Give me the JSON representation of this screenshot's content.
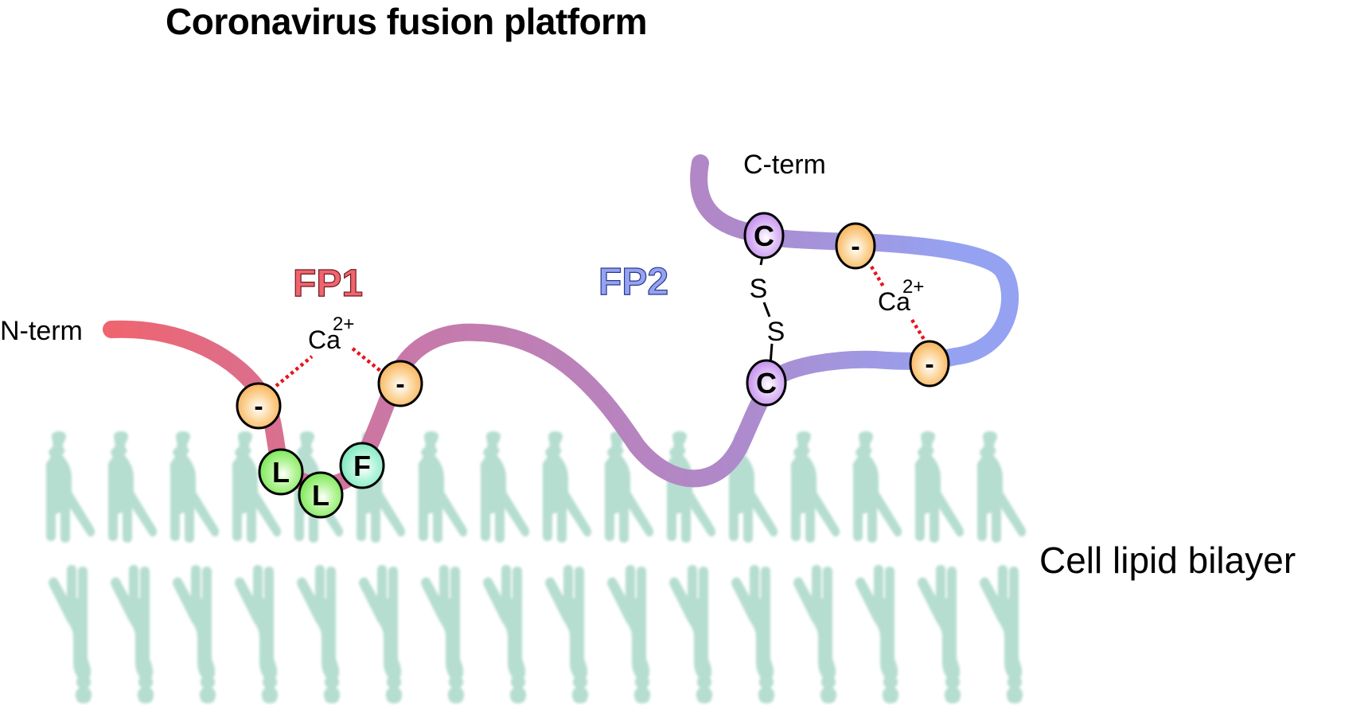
{
  "title": "Coronavirus fusion platform",
  "labels": {
    "n_term": "N-term",
    "c_term": "C-term",
    "fp1": "FP1",
    "fp2": "FP2",
    "ca_ion_1": "Ca",
    "ca_ion_1_charge": "2+",
    "ca_ion_2": "Ca",
    "ca_ion_2_charge": "2+",
    "membrane": "Cell lipid bilayer",
    "sulfur_1": "S",
    "sulfur_2": "S"
  },
  "residues": {
    "anionic_symbol": "-",
    "leucine_1": "L",
    "leucine_2": "L",
    "phenylalanine": "F",
    "cysteine_1": "C",
    "cysteine_2": "C"
  },
  "colors": {
    "fp1": "#f0646e",
    "fp1_to_fp2_mid": "#b088c8",
    "fp2": "#95a2f2",
    "anionic": "#f7b25a",
    "hydrophobic_green": "#7de85a",
    "phenylalanine_teal": "#7fe8c0",
    "cysteine": "#c690ee",
    "lipid": "#b5ddd0",
    "ca_bond": "#e8141e"
  },
  "lipids_per_leaflet": 16
}
